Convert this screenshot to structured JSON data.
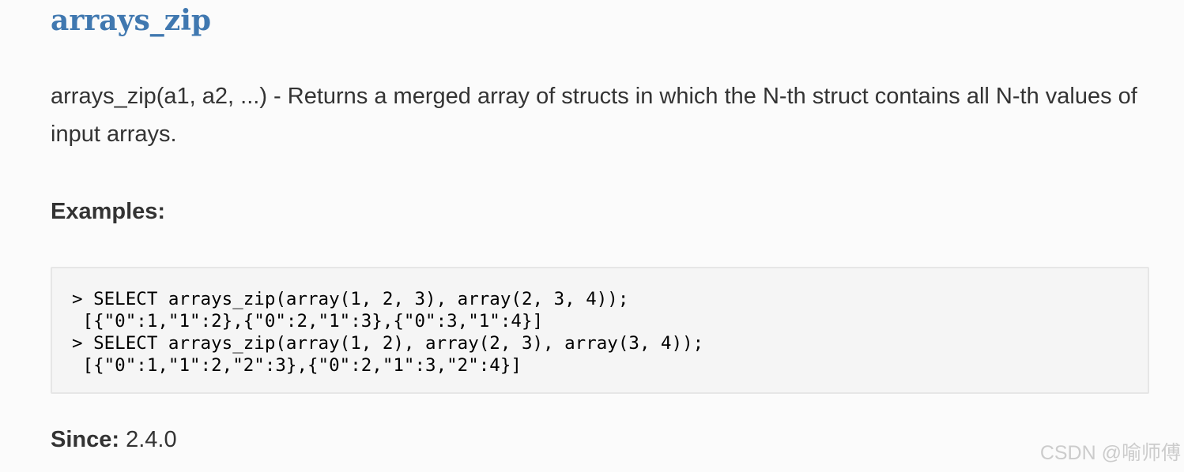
{
  "doc": {
    "title": "arrays_zip",
    "description": "arrays_zip(a1, a2, ...) - Returns a merged array of structs in which the N-th struct contains all N-th values of input arrays.",
    "examples_heading": "Examples:",
    "code_lines": [
      "> SELECT arrays_zip(array(1, 2, 3), array(2, 3, 4));",
      " [{\"0\":1,\"1\":2},{\"0\":2,\"1\":3},{\"0\":3,\"1\":4}]",
      "> SELECT arrays_zip(array(1, 2), array(2, 3), array(3, 4));",
      " [{\"0\":1,\"1\":2,\"2\":3},{\"0\":2,\"1\":3,\"2\":4}]"
    ],
    "since_label": "Since:",
    "since_value": "2.4.0"
  },
  "watermark": "CSDN @喻师傅",
  "colors": {
    "title": "#4078b0",
    "text": "#333333",
    "code_background": "#f5f5f5",
    "code_border": "#e6e6e6",
    "watermark": "#cccccc"
  }
}
